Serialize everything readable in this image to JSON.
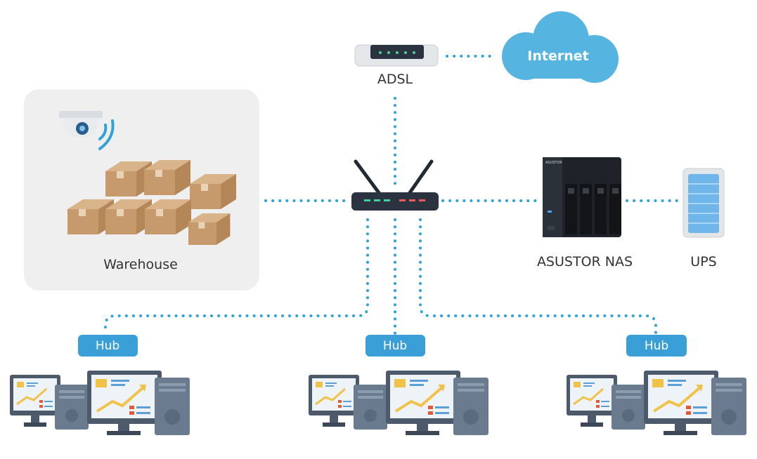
{
  "labels": {
    "internet": "Internet",
    "adsl": "ADSL",
    "warehouse": "Warehouse",
    "nas": "ASUSTOR NAS",
    "ups": "UPS",
    "hub_left": "Hub",
    "hub_center": "Hub",
    "hub_right": "Hub",
    "nas_brand": "ASUSTOR"
  },
  "colors": {
    "connector": "#2fa3d8",
    "hub": "#3a9fd6",
    "cloud": "#55b4e0",
    "panel": "#efefef",
    "router": "#2b3340"
  },
  "icons": [
    "cloud-icon",
    "adsl-modem-icon",
    "router-icon",
    "camera-icon",
    "boxes-icon",
    "nas-icon",
    "ups-icon",
    "computer-icon"
  ]
}
